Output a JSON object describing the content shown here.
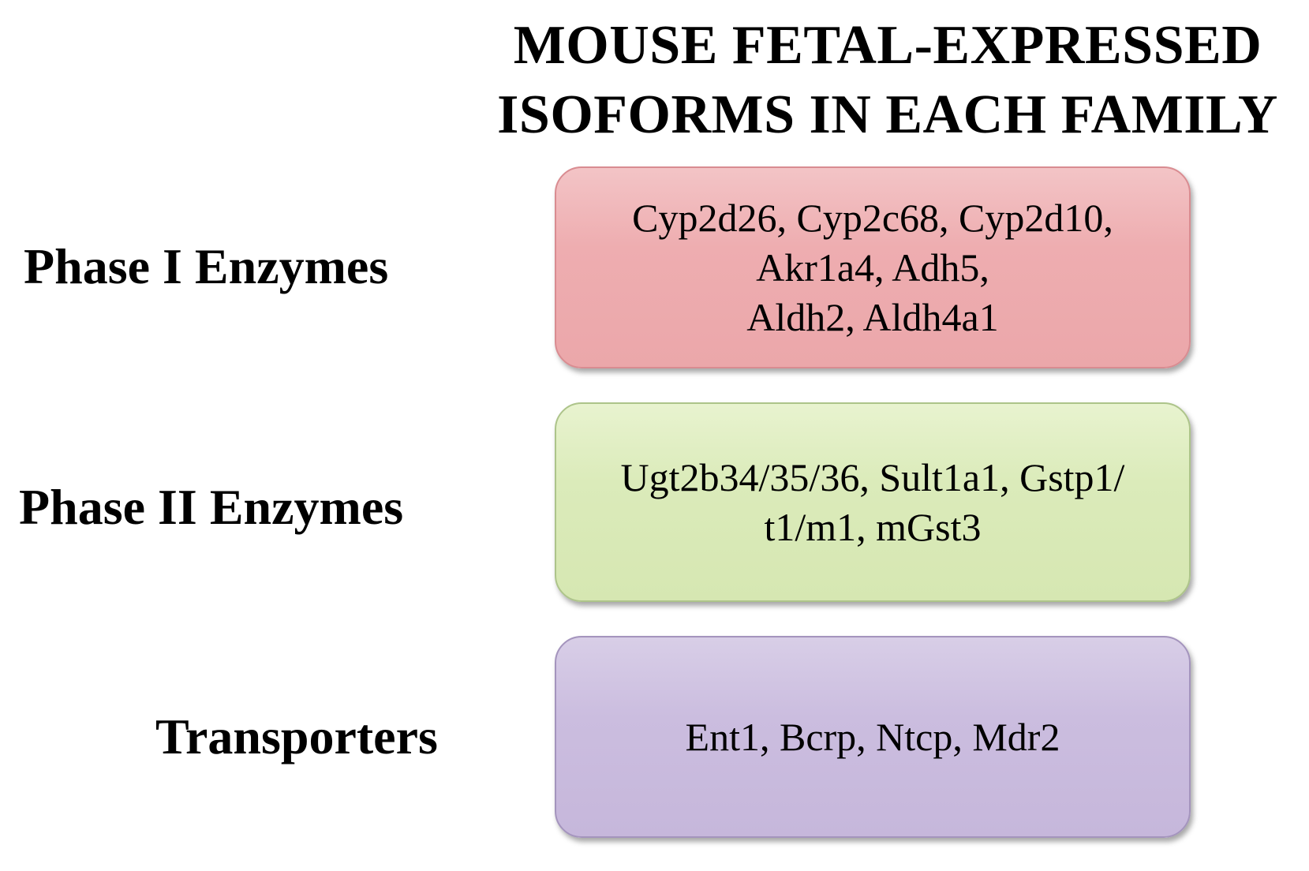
{
  "heading": {
    "line1": "MOUSE FETAL-EXPRESSED",
    "line2": "ISOFORMS IN EACH FAMILY"
  },
  "rows": [
    {
      "label": "Phase I Enzymes",
      "isoforms": "Cyp2d26, Cyp2c68, Cyp2d10,\nAkr1a4, Adh5,\nAldh2, Aldh4a1",
      "color": "#eeadb0"
    },
    {
      "label": "Phase II Enzymes",
      "isoforms": "Ugt2b34/35/36, Sult1a1, Gstp1/\nt1/m1, mGst3",
      "color": "#dbebba"
    },
    {
      "label": "Transporters",
      "isoforms": "Ent1, Bcrp, Ntcp, Mdr2",
      "color": "#cbbddf"
    }
  ]
}
